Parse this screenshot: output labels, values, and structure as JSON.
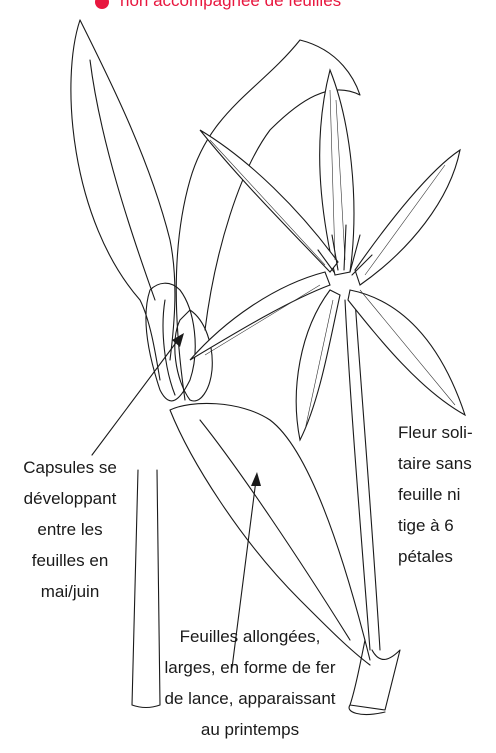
{
  "heading": {
    "text": "non accompagnée de feuilles",
    "color": "#e8173f"
  },
  "labels": {
    "capsules": [
      "Capsules se",
      "développant",
      "entre les",
      "feuilles en",
      "mai/juin"
    ],
    "fleur": [
      "Fleur soli-",
      "taire sans",
      "feuille ni",
      "tige à 6",
      "pétales"
    ],
    "feuilles": [
      "Feuilles allongées,",
      "larges, en forme de fer",
      "de lance, apparaissant",
      "au printemps"
    ]
  },
  "icons": {
    "bullet": "red-dot-icon"
  }
}
